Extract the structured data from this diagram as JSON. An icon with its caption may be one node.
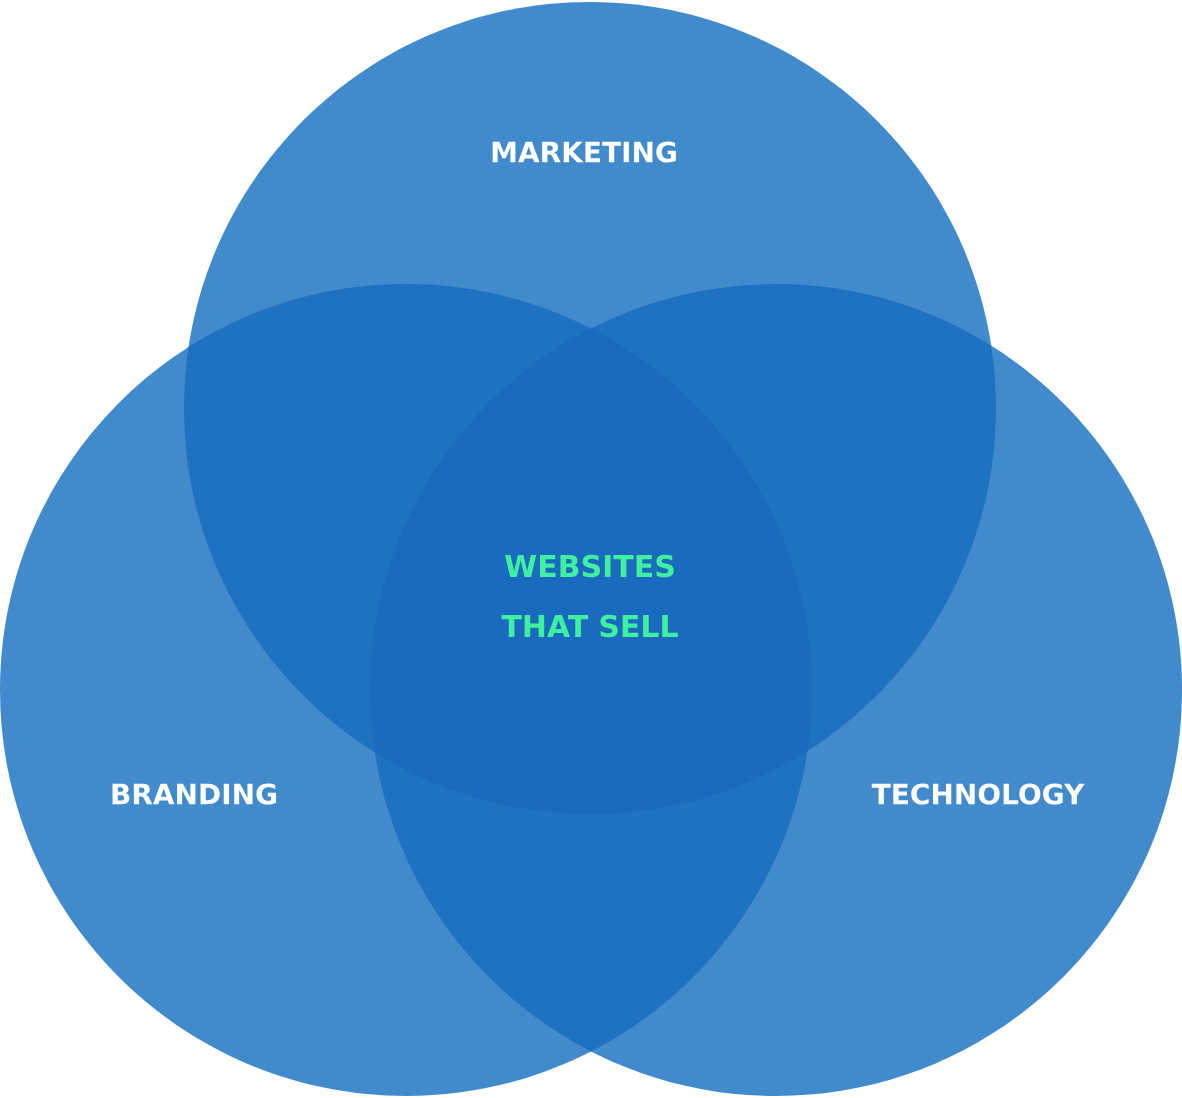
{
  "diagram": {
    "nodes": [
      {
        "text": [
          "MARKETING"
        ]
      },
      {
        "text": [
          "BRANDING"
        ]
      },
      {
        "text": [
          "TECHNOLOGY"
        ]
      }
    ],
    "labels": [
      "WEBSITES THAT SELL"
    ]
  }
}
